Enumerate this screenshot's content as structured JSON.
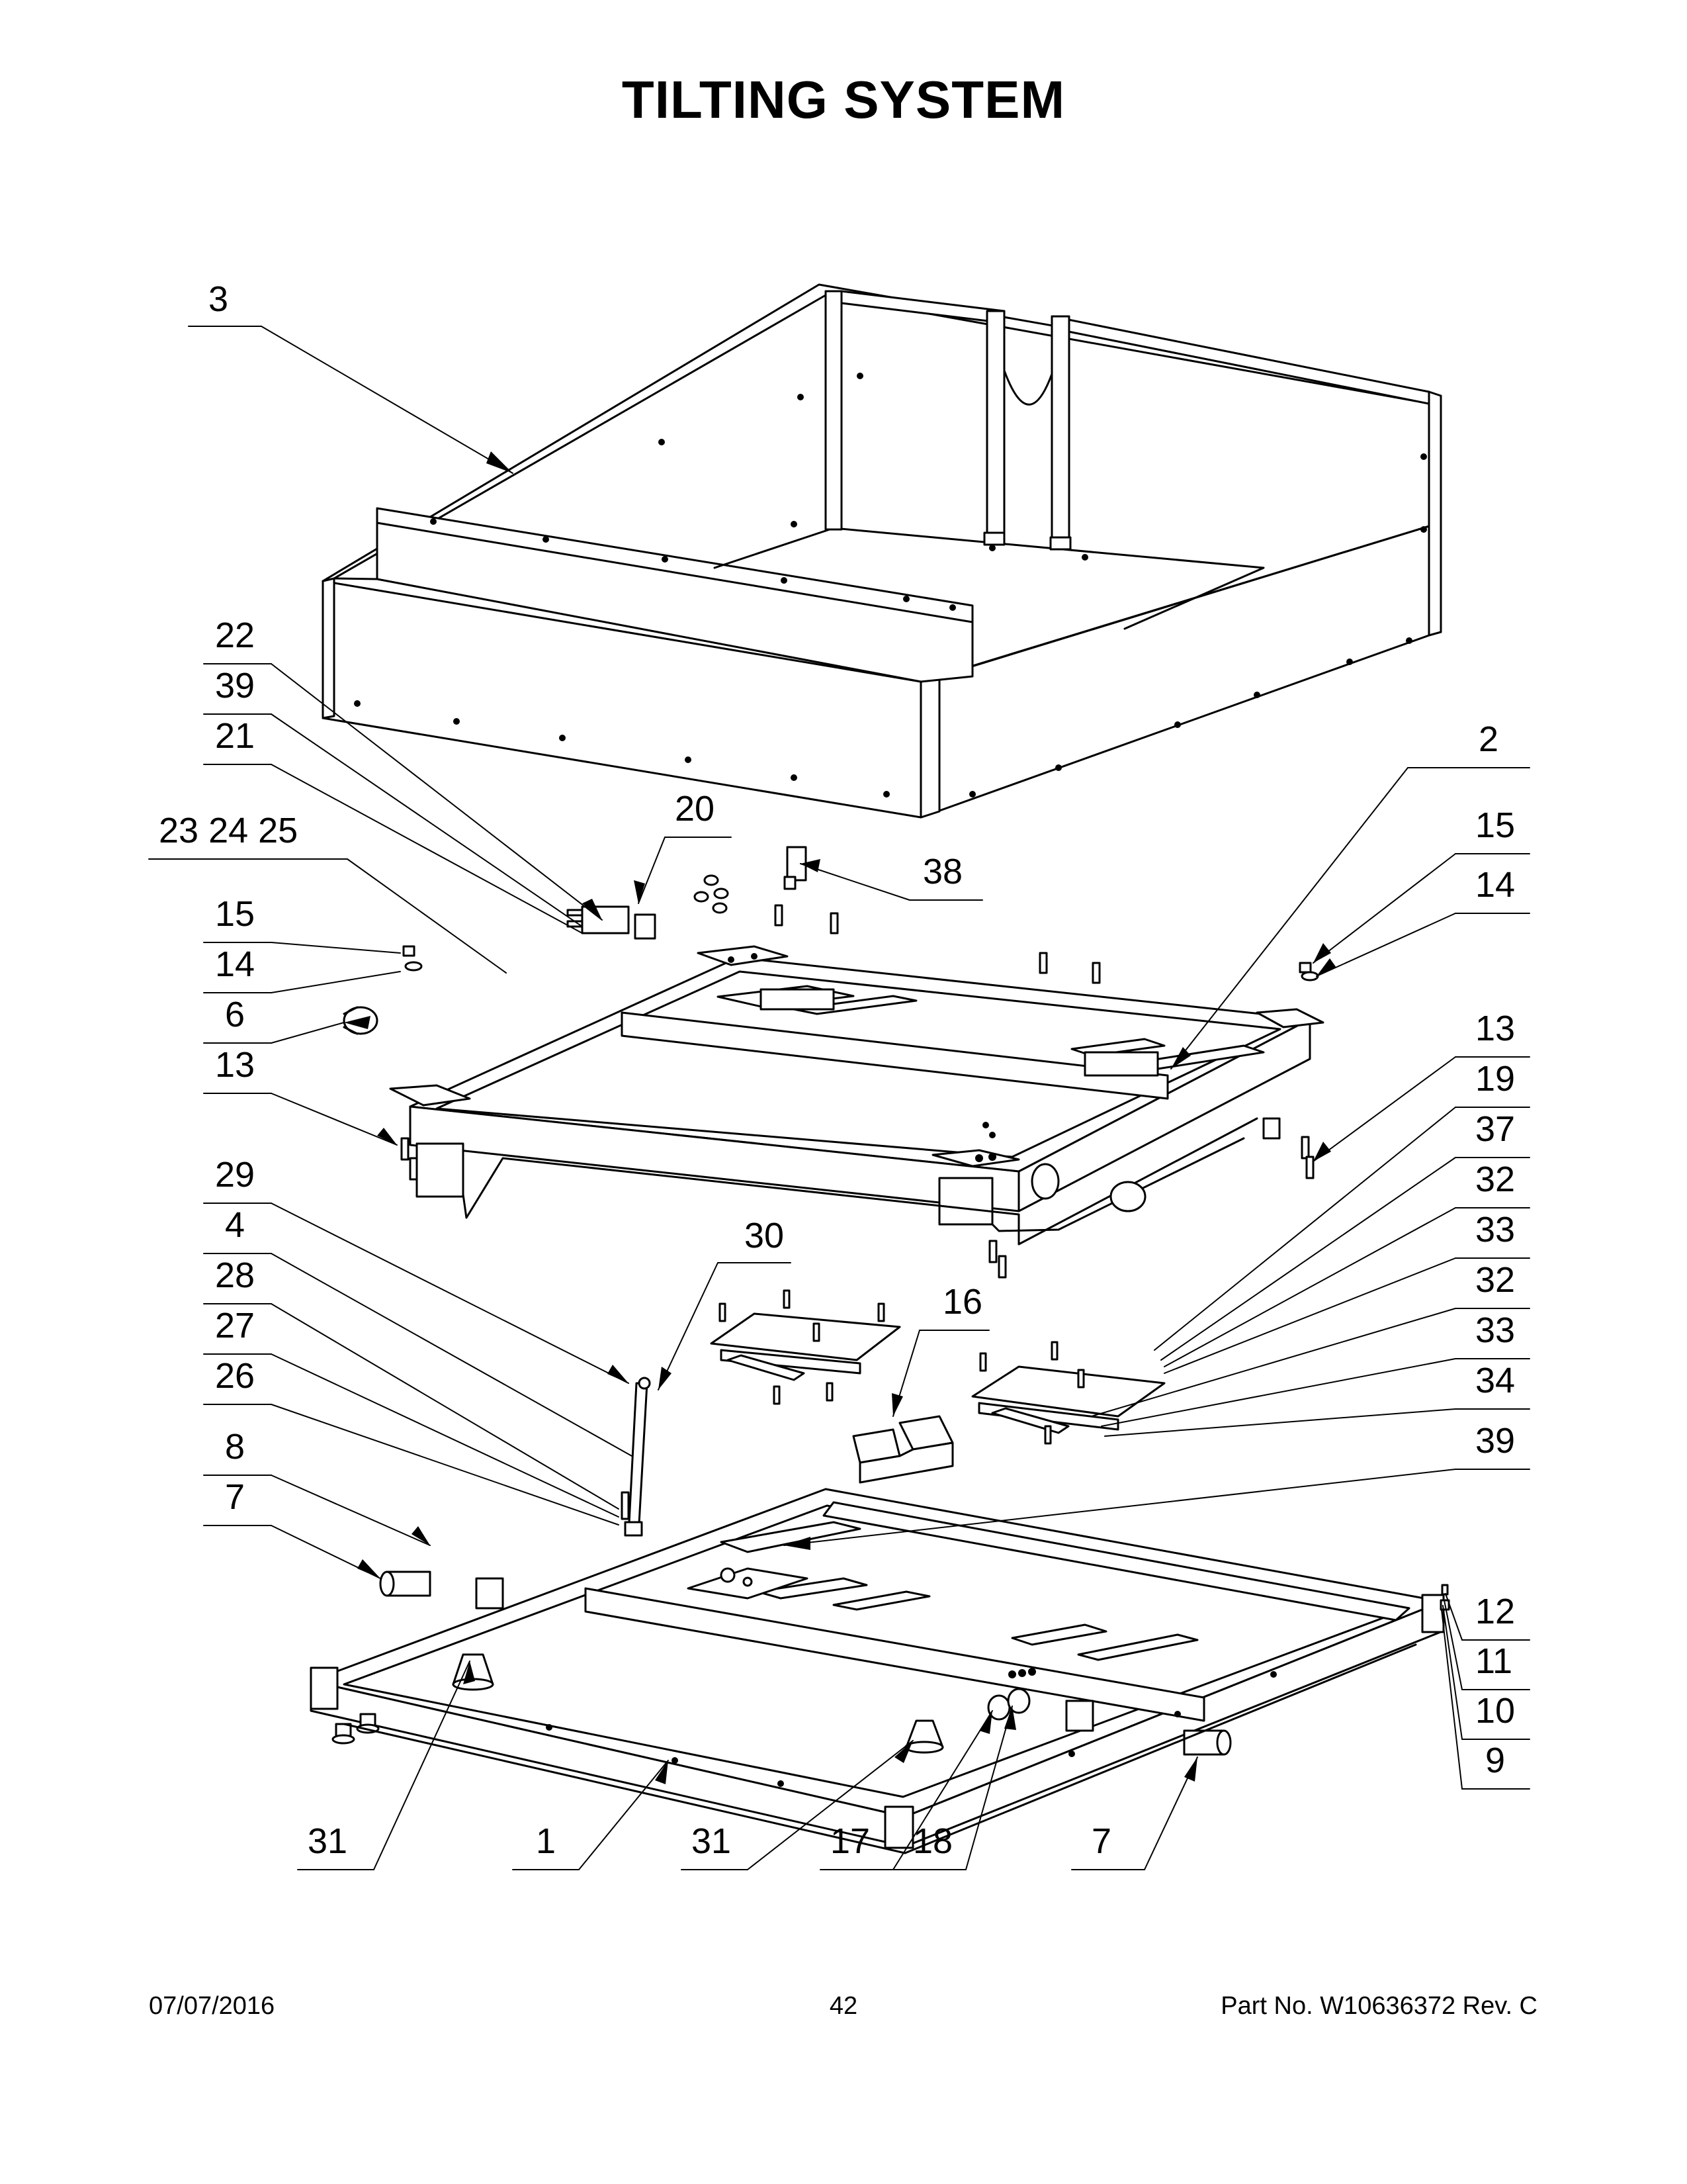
{
  "title": "TILTING SYSTEM",
  "callouts": {
    "c3": "3",
    "c22": "22",
    "c39a": "39",
    "c21": "21",
    "c23_24_25": "23  24  25",
    "c20": "20",
    "c38": "38",
    "c2": "2",
    "c15a": "15",
    "c14a": "14",
    "c15b": "15",
    "c14b": "14",
    "c6": "6",
    "c13a": "13",
    "c13b": "13",
    "c19": "19",
    "c37": "37",
    "c32a": "32",
    "c33a": "33",
    "c32b": "32",
    "c33b": "33",
    "c34": "34",
    "c39b": "39",
    "c29": "29",
    "c4": "4",
    "c28": "28",
    "c27": "27",
    "c26": "26",
    "c30": "30",
    "c16": "16",
    "c8": "8",
    "c7a": "7",
    "c12": "12",
    "c11": "11",
    "c10": "10",
    "c9": "9",
    "c31a": "31",
    "c1": "1",
    "c31b": "31",
    "c17": "17",
    "c18": "18",
    "c7b": "7"
  },
  "footer": {
    "date": "07/07/2016",
    "page": "42",
    "part_number": "Part No.  W10636372  Rev.  C"
  }
}
